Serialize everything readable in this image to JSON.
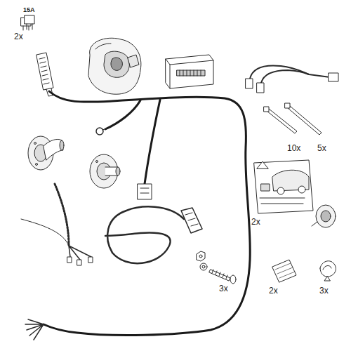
{
  "diagram": {
    "labels": [
      "15A",
      "2x",
      "10x",
      "5x",
      "2x",
      "3x",
      "2x",
      "3x"
    ]
  }
}
